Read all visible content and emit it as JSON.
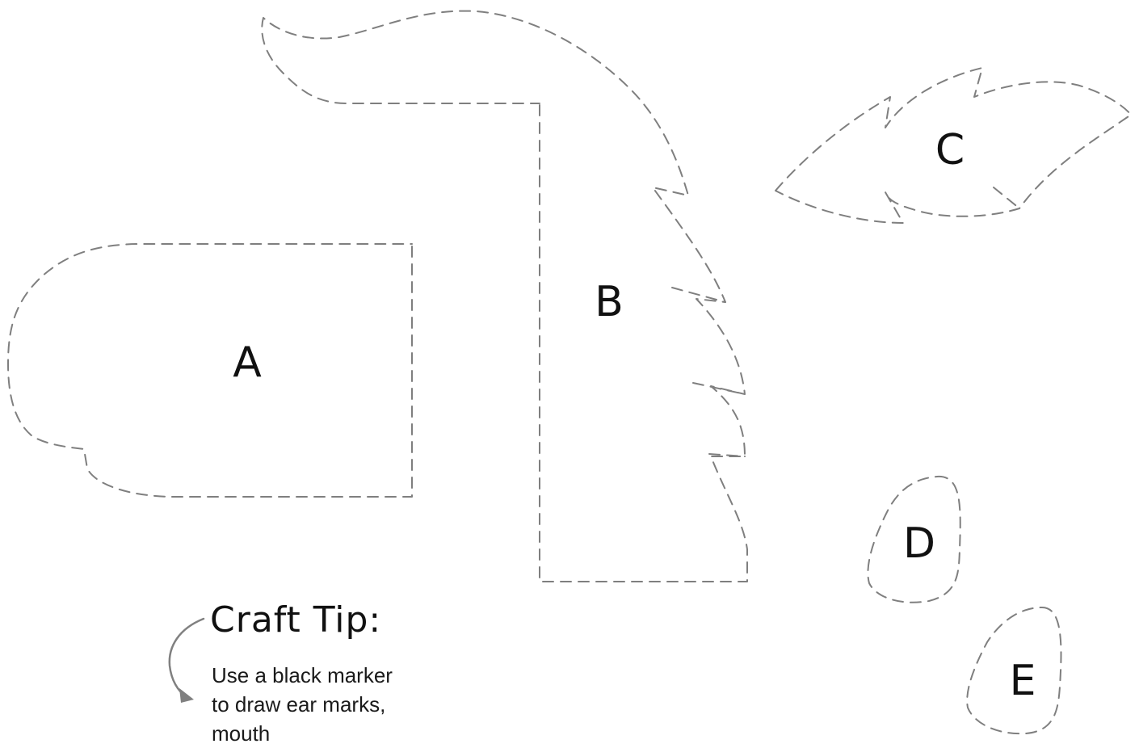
{
  "pieces": [
    {
      "id": "A",
      "label": "A"
    },
    {
      "id": "B",
      "label": "B"
    },
    {
      "id": "C",
      "label": "C"
    },
    {
      "id": "D",
      "label": "D"
    },
    {
      "id": "E",
      "label": "E"
    }
  ],
  "craft_tip": {
    "title": "Craft Tip:",
    "lines": [
      "Use a black marker",
      "to draw ear marks,",
      "mouth"
    ]
  },
  "colors": {
    "outline": "#7f7f7f",
    "text": "#111111",
    "background": "#ffffff"
  }
}
